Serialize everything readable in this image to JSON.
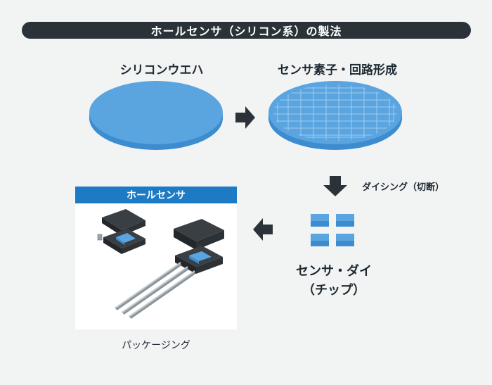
{
  "title": "ホールセンサ（シリコン系）の製法",
  "steps": {
    "wafer": "シリコンウエハ",
    "element": "センサ素子・回路形成",
    "dicing": "ダイシング（切断）",
    "die_line1": "センサ・ダイ",
    "die_line2": "（チップ）",
    "package_header": "ホールセンサ",
    "package": "パッケージング"
  },
  "colors": {
    "wafer_top": "#5aa5e0",
    "wafer_edge": "#3d8cd0",
    "accent": "#1d7ac4",
    "arrow": "#2b3339"
  },
  "icons": [
    "arrow-right-icon",
    "arrow-down-icon",
    "arrow-left-icon"
  ]
}
